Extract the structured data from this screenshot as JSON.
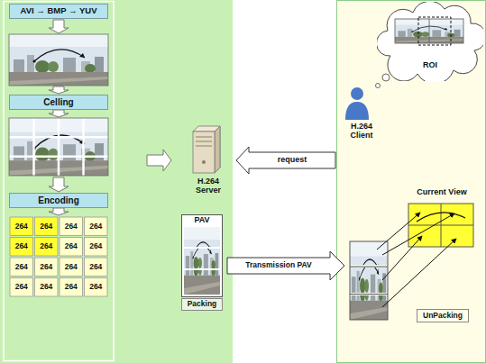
{
  "diagram": {
    "nodes": [
      {
        "text": [
          "AVI → BMP → YUV"
        ]
      },
      {
        "text": [
          "Celling"
        ]
      },
      {
        "text": [
          "Encoding"
        ]
      },
      {
        "text": [
          "H.264 Server"
        ]
      },
      {
        "text": [
          "PAV"
        ]
      },
      {
        "text": [
          "Packing"
        ]
      },
      {
        "text": [
          "H.264 Client"
        ]
      },
      {
        "text": [
          "ROI"
        ]
      },
      {
        "text": [
          "Current View"
        ]
      },
      {
        "text": [
          "UnPacking"
        ]
      }
    ],
    "edges": [
      {
        "from": 6,
        "to": 3,
        "label": "request",
        "arrow": "to"
      }
    ],
    "labels": [
      "264",
      "264",
      "264",
      "264",
      "264",
      "264",
      "264",
      "264",
      "264",
      "264",
      "264",
      "264",
      "264",
      "264",
      "264",
      "264",
      "Transmission PAV"
    ]
  }
}
